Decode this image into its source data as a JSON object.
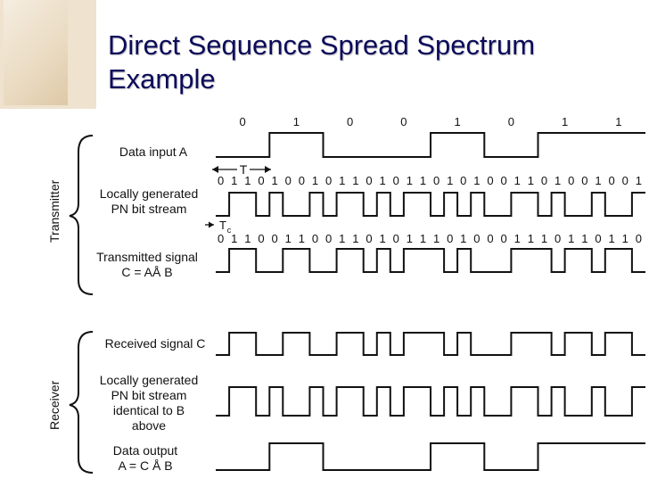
{
  "title": {
    "line1": "Direct Sequence Spread Spectrum",
    "line2": "Example"
  },
  "groups": {
    "transmitter": "Transmitter",
    "receiver": "Receiver"
  },
  "labels": {
    "data_input": "Data input A",
    "pn_stream_1": "Locally generated",
    "pn_stream_2": "PN bit stream",
    "tx_signal_1": "Transmitted signal",
    "tx_signal_2": "C = AÅ B",
    "rx_signal": "Received signal C",
    "rx_pn_1": "Locally generated",
    "rx_pn_2": "PN bit stream",
    "rx_pn_3": "identical to B",
    "rx_pn_4": "above",
    "data_out_1": "Data output",
    "data_out_2": "A = C Å B"
  },
  "annotations": {
    "bit_period": "T",
    "chip_period": "T",
    "chip_subscript": "c"
  },
  "data_bits": [
    "0",
    "1",
    "0",
    "0",
    "1",
    "0",
    "1",
    "1"
  ],
  "pn_sequence": "0 1 1 0 1 0 0 1 0 1 1 0 1 0 1 1 0 1 0 1 0 0 1 1 0 1 0 0 1 0 0 1",
  "tx_sequence": "0 1 1 0 0 1 1 0 0 1 1 0 1 0 1 1 1 0 1 0 0 0 1 1 1 0 1 1 0 1 1 0"
}
